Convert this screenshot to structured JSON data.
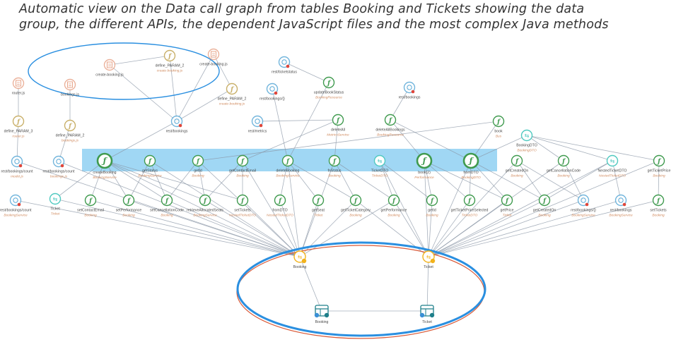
{
  "caption": {
    "line1": "Automatic view on the Data call graph from tables Booking and Tickets showing the data",
    "line2": "group, the different APIs, the dependent JavaScript files and the most complex Java methods"
  },
  "colors": {
    "js_file": "#e8a58a",
    "function_js": "#c9b06a",
    "api": "#5aa9d6",
    "java_method": "#3f9a4e",
    "dto": "#4fc9c0",
    "data_group": "#f2b21b",
    "table": "#1e7f8a",
    "sublabel": "#d08a5e",
    "highlight_band": "#8fd0f2",
    "ellipse": "#2a8fe0"
  },
  "graph": {
    "nodes": [
      {
        "id": "cb1",
        "label": "create-booking.js",
        "sub": "",
        "kind": "js_file",
        "icon": "js"
      },
      {
        "id": "dp1",
        "label": "define_PARAM_2",
        "sub": "create-booking.js",
        "kind": "function_js",
        "icon": "f"
      },
      {
        "id": "cb2",
        "label": "create-booking.js",
        "sub": "",
        "kind": "js_file",
        "icon": "js"
      },
      {
        "id": "dp2",
        "label": "define_PARAM_2",
        "sub": "create-booking.js",
        "kind": "function_js",
        "icon": "f"
      },
      {
        "id": "rb1",
        "label": "rest/bookings",
        "sub": "",
        "kind": "api",
        "icon": "api"
      },
      {
        "id": "rjs",
        "label": "router.js",
        "sub": "",
        "kind": "js_file",
        "icon": "js"
      },
      {
        "id": "dp3",
        "label": "define_PARAM_3",
        "sub": "router.js",
        "kind": "function_js",
        "icon": "f"
      },
      {
        "id": "bjs",
        "label": "bookings.js",
        "sub": "",
        "kind": "js_file",
        "icon": "js"
      },
      {
        "id": "dp4",
        "label": "define_PARAM_2",
        "sub": "bookings.js",
        "kind": "function_js",
        "icon": "f"
      },
      {
        "id": "rts",
        "label": "rest/ticketstatus",
        "sub": "",
        "kind": "api",
        "icon": "api"
      },
      {
        "id": "uts",
        "label": "updateBookStatus",
        "sub": "BookingResource",
        "kind": "java_method",
        "icon": "f"
      },
      {
        "id": "rbk2",
        "label": "rest/bookings/{}",
        "sub": "",
        "kind": "api",
        "icon": "api"
      },
      {
        "id": "rbks",
        "label": "rest/bookings",
        "sub": "",
        "kind": "api",
        "icon": "api"
      },
      {
        "id": "rmet",
        "label": "rest/metrics",
        "sub": "",
        "kind": "api",
        "icon": "api"
      },
      {
        "id": "del",
        "label": "deleteAll",
        "sub": "MetricsService",
        "kind": "java_method",
        "icon": "f"
      },
      {
        "id": "dab",
        "label": "deleteAllBookings",
        "sub": "BookingResource",
        "kind": "java_method",
        "icon": "f"
      },
      {
        "id": "book",
        "label": "book",
        "sub": "Bus",
        "kind": "java_method",
        "icon": "f"
      },
      {
        "id": "bkdto",
        "label": "BookingDTO",
        "sub": "BookingDTO",
        "kind": "dto",
        "icon": "dto"
      },
      {
        "id": "rbc1",
        "label": "rest/bookings/count",
        "sub": "model.js",
        "kind": "api",
        "icon": "api"
      },
      {
        "id": "rbc2",
        "label": "rest/bookings/count",
        "sub": "bookings.js",
        "kind": "api",
        "icon": "api"
      },
      {
        "id": "cbk",
        "label": "createBooking",
        "sub": "BookingService",
        "kind": "java_method",
        "icon": "f"
      },
      {
        "id": "gs",
        "label": "getStatus",
        "sub": "BookingService",
        "kind": "java_method",
        "icon": "f"
      },
      {
        "id": "gid",
        "label": "getId",
        "sub": "Booking",
        "kind": "java_method",
        "icon": "f"
      },
      {
        "id": "gce",
        "label": "getContactEmail",
        "sub": "Booking",
        "kind": "java_method",
        "icon": "f"
      },
      {
        "id": "dbk",
        "label": "deleteBooking",
        "sub": "BookingService",
        "kind": "java_method",
        "icon": "f"
      },
      {
        "id": "tstat",
        "label": "fnStatus",
        "sub": "Booking",
        "kind": "java_method",
        "icon": "f"
      },
      {
        "id": "tdto",
        "label": "TicketDTO",
        "sub": "TicketDTO",
        "kind": "dto",
        "icon": "dto"
      },
      {
        "id": "bus2",
        "label": "book(2)",
        "sub": "Performance",
        "kind": "java_method",
        "icon": "f"
      },
      {
        "id": "fdto",
        "label": "fromDTO",
        "sub": "BookingDTO",
        "kind": "java_method",
        "icon": "f"
      },
      {
        "id": "gcr",
        "label": "getCreatedOn",
        "sub": "Booking",
        "kind": "java_method",
        "icon": "f"
      },
      {
        "id": "gcc",
        "label": "getCancellationCode",
        "sub": "Booking",
        "kind": "java_method",
        "icon": "f"
      },
      {
        "id": "ntdto",
        "label": "NestedTicketDTO",
        "sub": "NestedTicketDTO",
        "kind": "dto",
        "icon": "dto"
      },
      {
        "id": "gtp",
        "label": "getTicketPrice",
        "sub": "Booking",
        "kind": "java_method",
        "icon": "f"
      },
      {
        "id": "rbc3",
        "label": "rest/bookings/count",
        "sub": "BookingService",
        "kind": "api",
        "icon": "api"
      },
      {
        "id": "tkt",
        "label": "Ticket",
        "sub": "Ticket",
        "kind": "dto",
        "icon": "dto"
      },
      {
        "id": "sce",
        "label": "setContactEmail",
        "sub": "Booking",
        "kind": "java_method",
        "icon": "f"
      },
      {
        "id": "sperf",
        "label": "setPerformance",
        "sub": "Booking",
        "kind": "java_method",
        "icon": "f"
      },
      {
        "id": "scc",
        "label": "setCancellationCode",
        "sub": "Booking",
        "kind": "java_method",
        "icon": "f"
      },
      {
        "id": "rsi",
        "label": "retrieveAllocatedSeats",
        "sub": "BookingService",
        "kind": "java_method",
        "icon": "f"
      },
      {
        "id": "st",
        "label": "setTickets",
        "sub": "NestedTicketDTO",
        "kind": "java_method",
        "icon": "f"
      },
      {
        "id": "fdto2",
        "label": "fromDTO",
        "sub": "NestedTicketDTO",
        "kind": "java_method",
        "icon": "f"
      },
      {
        "id": "gseat",
        "label": "getSeat",
        "sub": "Ticket",
        "kind": "java_method",
        "icon": "f"
      },
      {
        "id": "gtc",
        "label": "getTicketCategory",
        "sub": "Booking",
        "kind": "java_method",
        "icon": "f"
      },
      {
        "id": "gperf",
        "label": "getPerformance",
        "sub": "Booking",
        "kind": "java_method",
        "icon": "f"
      },
      {
        "id": "gid2",
        "label": "getId",
        "sub": "Booking",
        "kind": "java_method",
        "icon": "f"
      },
      {
        "id": "gtps",
        "label": "getTicketPriceSelected",
        "sub": "TicketDTO",
        "kind": "java_method",
        "icon": "f"
      },
      {
        "id": "gprice",
        "label": "getPrice",
        "sub": "Ticket",
        "kind": "java_method",
        "icon": "f"
      },
      {
        "id": "gcr2",
        "label": "getCreatedOn",
        "sub": "Booking",
        "kind": "java_method",
        "icon": "f"
      },
      {
        "id": "rbk3",
        "label": "rest/bookings/{}",
        "sub": "BookingService",
        "kind": "api",
        "icon": "api"
      },
      {
        "id": "rbk4",
        "label": "rest/bookings",
        "sub": "BookingService",
        "kind": "api",
        "icon": "api"
      },
      {
        "id": "sts",
        "label": "setTickets",
        "sub": "Booking",
        "kind": "java_method",
        "icon": "f"
      },
      {
        "id": "dgb",
        "label": "Booking",
        "sub": "",
        "kind": "data_group",
        "icon": "dg"
      },
      {
        "id": "dgt",
        "label": "Ticket",
        "sub": "",
        "kind": "data_group",
        "icon": "dg"
      },
      {
        "id": "tb",
        "label": "Booking",
        "sub": "",
        "kind": "table",
        "icon": "tbl"
      },
      {
        "id": "tt",
        "label": "Ticket",
        "sub": "",
        "kind": "table",
        "icon": "tbl"
      }
    ],
    "edges": [
      [
        "dp1",
        "rb1"
      ],
      [
        "cb2",
        "rb1"
      ],
      [
        "dp2",
        "rb1"
      ],
      [
        "cb1",
        "rb1"
      ],
      [
        "dp1",
        "cb1"
      ],
      [
        "cb2",
        "dp2"
      ],
      [
        "rb1",
        "cbk"
      ],
      [
        "rjs",
        "dp3"
      ],
      [
        "dp3",
        "rbc1"
      ],
      [
        "bjs",
        "dp4"
      ],
      [
        "dp4",
        "rbc2"
      ],
      [
        "rts",
        "uts"
      ],
      [
        "uts",
        "dbk"
      ],
      [
        "rbk2",
        "dbk"
      ],
      [
        "rbks",
        "dab"
      ],
      [
        "rmet",
        "del"
      ],
      [
        "del",
        "gce"
      ],
      [
        "del",
        "tstat"
      ],
      [
        "dab",
        "fdto"
      ],
      [
        "dab",
        "bus2"
      ],
      [
        "book",
        "fdto"
      ],
      [
        "book",
        "gid"
      ],
      [
        "bkdto",
        "fdto"
      ],
      [
        "bkdto",
        "gcc"
      ],
      [
        "bkdto",
        "ntdto"
      ],
      [
        "bkdto",
        "gtp"
      ],
      [
        "cbk",
        "sce"
      ],
      [
        "cbk",
        "sperf"
      ],
      [
        "cbk",
        "scc"
      ],
      [
        "cbk",
        "rsi"
      ],
      [
        "cbk",
        "st"
      ],
      [
        "cbk",
        "tkt"
      ],
      [
        "gs",
        "sperf"
      ],
      [
        "gs",
        "scc"
      ],
      [
        "gid",
        "scc"
      ],
      [
        "gid",
        "rsi"
      ],
      [
        "gce",
        "rsi"
      ],
      [
        "gce",
        "st"
      ],
      [
        "dbk",
        "fdto2"
      ],
      [
        "dbk",
        "gseat"
      ],
      [
        "dbk",
        "gtc"
      ],
      [
        "tstat",
        "gtc"
      ],
      [
        "tstat",
        "gperf"
      ],
      [
        "tdto",
        "gperf"
      ],
      [
        "tdto",
        "gid2"
      ],
      [
        "bus2",
        "gid2"
      ],
      [
        "bus2",
        "gtps"
      ],
      [
        "bus2",
        "gprice"
      ],
      [
        "fdto",
        "gtps"
      ],
      [
        "fdto",
        "gprice"
      ],
      [
        "fdto",
        "gcr2"
      ],
      [
        "gcr",
        "gcr2"
      ],
      [
        "gcr",
        "rbk3"
      ],
      [
        "gcc",
        "rbk3"
      ],
      [
        "ntdto",
        "rbk4"
      ],
      [
        "gtp",
        "sts"
      ],
      [
        "ntdto",
        "gcr2"
      ],
      [
        "rbc3",
        "dgb"
      ],
      [
        "tkt",
        "dgb"
      ],
      [
        "sce",
        "dgb"
      ],
      [
        "sperf",
        "dgb"
      ],
      [
        "scc",
        "dgb"
      ],
      [
        "rsi",
        "dgb"
      ],
      [
        "st",
        "dgb"
      ],
      [
        "fdto2",
        "dgb"
      ],
      [
        "gseat",
        "dgb"
      ],
      [
        "gtc",
        "dgb"
      ],
      [
        "gperf",
        "dgb"
      ],
      [
        "gid2",
        "dgt"
      ],
      [
        "gtps",
        "dgt"
      ],
      [
        "gprice",
        "dgt"
      ],
      [
        "gcr2",
        "dgt"
      ],
      [
        "rbk3",
        "dgt"
      ],
      [
        "rbk4",
        "dgt"
      ],
      [
        "sts",
        "dgt"
      ],
      [
        "gperf",
        "dgt"
      ],
      [
        "gtc",
        "dgt"
      ],
      [
        "cbk",
        "dgb"
      ],
      [
        "gs",
        "dgb"
      ],
      [
        "gid",
        "dgb"
      ],
      [
        "gce",
        "dgb"
      ],
      [
        "dbk",
        "dgb"
      ],
      [
        "tstat",
        "dgb"
      ],
      [
        "tdto",
        "dgt"
      ],
      [
        "bus2",
        "dgt"
      ],
      [
        "fdto",
        "dgt"
      ],
      [
        "gcr",
        "dgt"
      ],
      [
        "gcc",
        "dgt"
      ],
      [
        "ntdto",
        "dgt"
      ],
      [
        "gtp",
        "dgt"
      ],
      [
        "rbc1",
        "dgb"
      ],
      [
        "rbc2",
        "dgb"
      ],
      [
        "dgb",
        "tb"
      ],
      [
        "dgt",
        "tt"
      ],
      [
        "tb",
        "tt"
      ]
    ]
  }
}
